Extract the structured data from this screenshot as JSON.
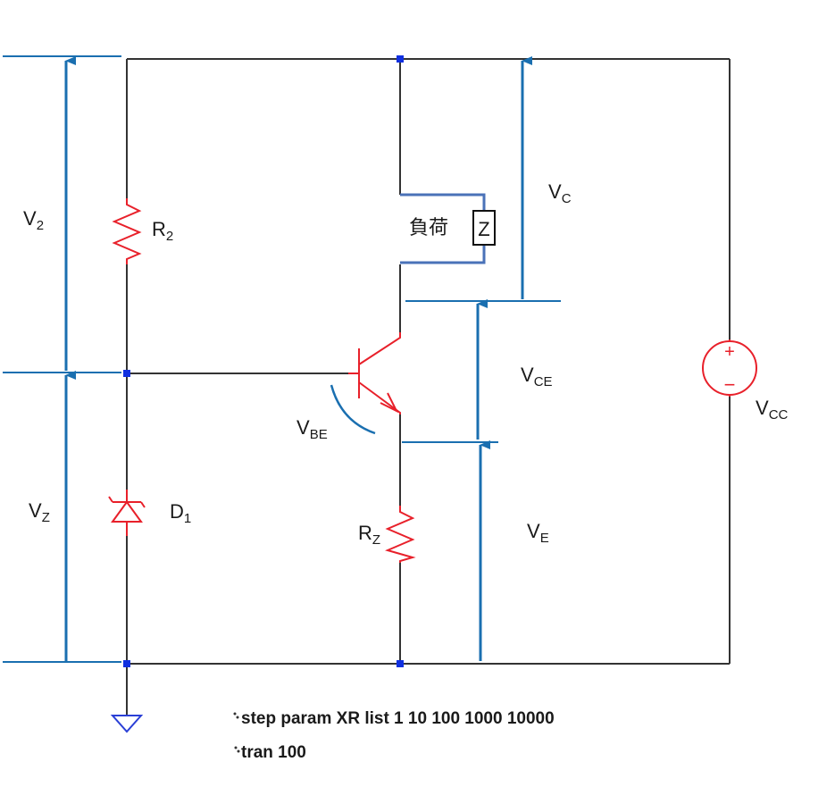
{
  "labels": {
    "v2": {
      "main": "V",
      "sub": "2"
    },
    "vz": {
      "main": "V",
      "sub": "Z"
    },
    "r2": {
      "main": "R",
      "sub": "2"
    },
    "d1": {
      "main": "D",
      "sub": "1"
    },
    "rz": {
      "main": "R",
      "sub": "Z"
    },
    "vbe": {
      "main": "V",
      "sub": "BE"
    },
    "vc": {
      "main": "V",
      "sub": "C"
    },
    "vce": {
      "main": "V",
      "sub": "CE"
    },
    "ve": {
      "main": "V",
      "sub": "E"
    },
    "vcc": {
      "main": "V",
      "sub": "CC"
    },
    "load": "負荷",
    "z_box": "Z",
    "vcc_plus": "+",
    "vcc_minus": "−"
  },
  "spice": {
    "step": "step param XR list 1 10 100 1000 10000",
    "tran": "tran 100"
  },
  "colors": {
    "wire": "#333333",
    "component": "#e8202a",
    "annotation": "#1a6fb0",
    "node": "#1030e0",
    "load_wire": "#4a72b8",
    "ground": "#2a3fd6"
  }
}
